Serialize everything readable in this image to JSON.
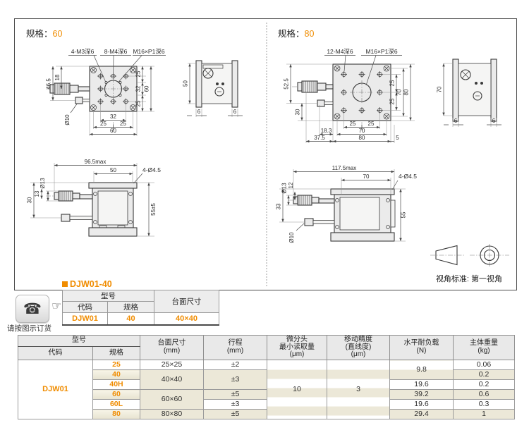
{
  "colors": {
    "accent": "#f08c00",
    "row_beige": "#ece8d8",
    "header_gray": "#e9e9e9"
  },
  "panel60": {
    "prefix": "规格：",
    "size": "60",
    "callout_m3": "4-M3深6",
    "callout_m4": "8-M4深6",
    "callout_m16": "M16×P1深6",
    "d18": "18",
    "d465": "46.5",
    "d10": "Ø10",
    "b32": "32",
    "b25l": "25",
    "b25r": "25",
    "b60": "60",
    "r25t": "25",
    "r32": "32",
    "r25b": "25",
    "r60": "60",
    "s50": "50",
    "s6l": "6",
    "s6r": "6",
    "f965": "96.5max",
    "f50": "50",
    "f445": "4-Ø4.5",
    "fd13": "Ø13",
    "f13": "13",
    "f30": "30",
    "f55": "55±5"
  },
  "panel80": {
    "prefix": "规格：",
    "size": "80",
    "callout_m4": "12-M4深6",
    "callout_m16": "M16×P1深6",
    "d525": "52.5",
    "d30": "30",
    "b25l": "25",
    "b25r": "25",
    "b70": "70",
    "b80": "80",
    "b5": "5",
    "b183": "18.3",
    "b375": "37.5",
    "r25t": "25",
    "r25b": "25",
    "r70": "70",
    "r80": "80",
    "s70": "70",
    "s6l": "6",
    "s6r": "6",
    "f1175": "117.5max",
    "f70": "70",
    "f445": "4-Ø4.5",
    "f33": "33",
    "fd13": "Ø13",
    "f12": "12",
    "fd10": "Ø10",
    "f55": "55"
  },
  "view_standard": {
    "label": "视角标准: ",
    "value": "第一视角"
  },
  "order": {
    "phone_icon": "☎",
    "hand_icon": "☞",
    "caption": "请按图示订货",
    "title": "DJW01-40",
    "h_model": "型号",
    "h_code": "代码",
    "h_spec": "规格",
    "h_surface": "台面尺寸",
    "code": "DJW01",
    "spec": "40",
    "surface": "40×40"
  },
  "spec_table": {
    "h_model": "型号",
    "h_code": "代码",
    "h_spec": "规格",
    "h_surface": "台面尺寸\n(mm)",
    "h_travel": "行程\n(mm)",
    "h_micro": "微分头\n最小读取量\n(μm)",
    "h_acc": "移动精度\n(直线度)\n(μm)",
    "h_load": "水平耐负载\n(N)",
    "h_weight": "主体重量\n(kg)",
    "code": "DJW01",
    "micro": "10",
    "acc": "3",
    "rows": [
      {
        "spec": "25",
        "surface": "25×25",
        "travel": "±2",
        "load": "9.8",
        "weight": "0.06"
      },
      {
        "spec": "40",
        "surface": "40×40",
        "travel": "±3",
        "weight": "0.2"
      },
      {
        "spec": "40H",
        "load": "19.6",
        "weight": "0.2"
      },
      {
        "spec": "60",
        "surface": "60×60",
        "travel": "±5",
        "load": "39.2",
        "weight": "0.6"
      },
      {
        "spec": "60L",
        "travel": "±3",
        "load": "19.6",
        "weight": "0.3"
      },
      {
        "spec": "80",
        "surface": "80×80",
        "travel": "±5",
        "load": "29.4",
        "weight": "1"
      }
    ]
  }
}
